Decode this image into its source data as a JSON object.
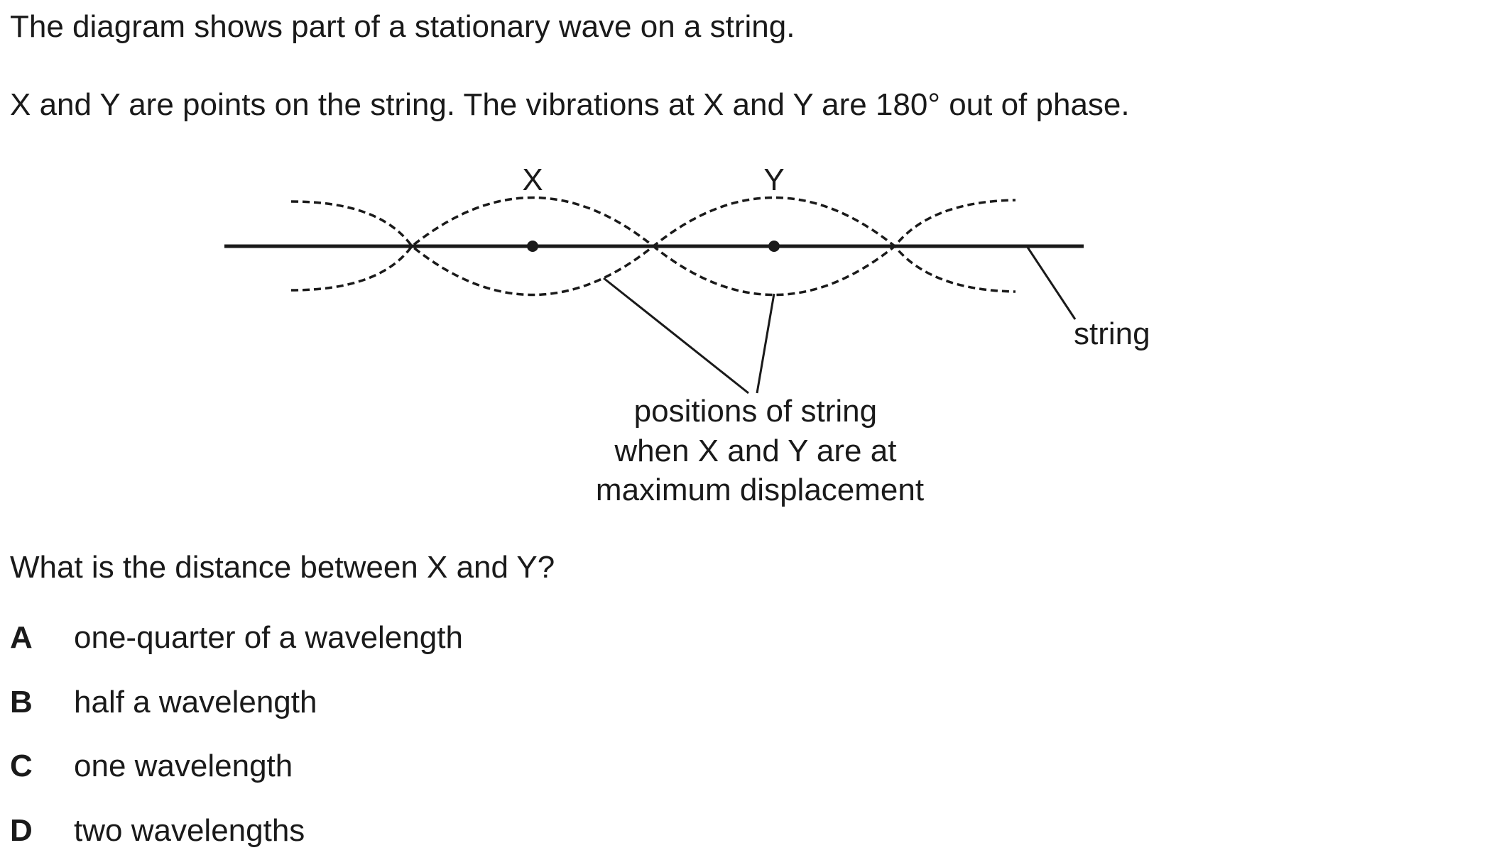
{
  "question": {
    "intro": "The diagram shows part of a stationary wave on a string.",
    "info": "X and Y are points on the string. The vibrations at X and Y are 180° out of phase.",
    "prompt": "What is the distance between X and Y?"
  },
  "diagram": {
    "point_x_label": "X",
    "point_y_label": "Y",
    "string_label": "string",
    "positions_label": [
      "positions of string",
      "when X and Y are at",
      "maximum displacement"
    ]
  },
  "options": [
    {
      "letter": "A",
      "text": "one-quarter of a wavelength"
    },
    {
      "letter": "B",
      "text": "half a wavelength"
    },
    {
      "letter": "C",
      "text": "one wavelength"
    },
    {
      "letter": "D",
      "text": "two wavelengths"
    }
  ]
}
